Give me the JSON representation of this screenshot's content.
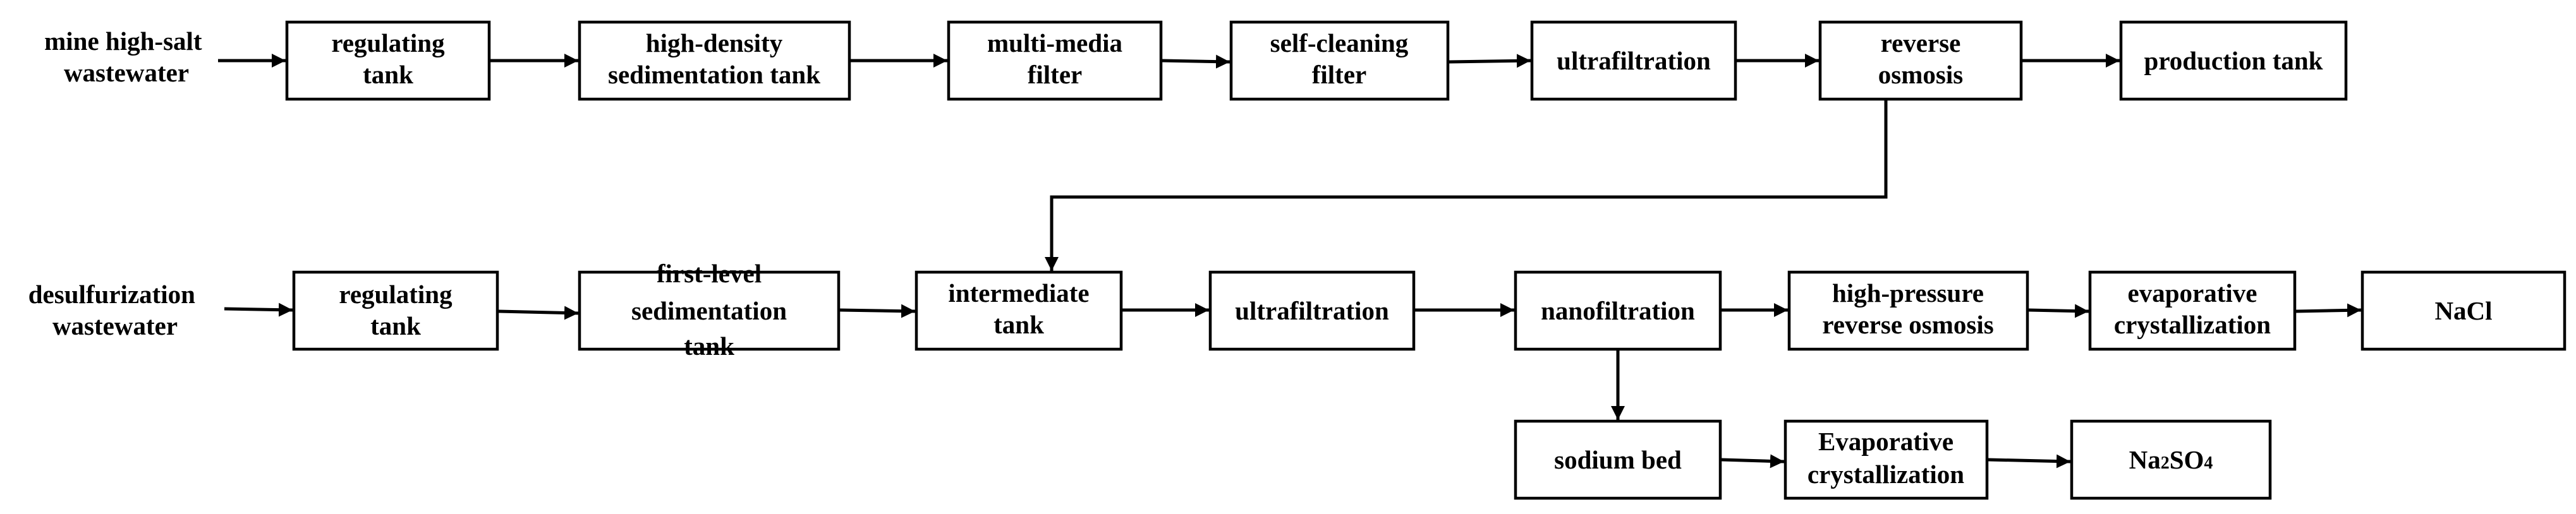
{
  "inputs": {
    "mine": [
      "mine high-salt",
      "wastewater"
    ],
    "desulfurization": [
      "desulfurization",
      "wastewater"
    ]
  },
  "nodes": {
    "regulating_tank_1": [
      "regulating",
      "tank"
    ],
    "high_density_sedimentation": [
      "high-density",
      "sedimentation tank"
    ],
    "multi_media_filter": [
      "multi-media",
      "filter"
    ],
    "self_cleaning_filter": [
      "self-cleaning",
      "filter"
    ],
    "ultrafiltration_1": [
      "ultrafiltration"
    ],
    "reverse_osmosis": [
      "reverse",
      "osmosis"
    ],
    "production_tank": [
      "production tank"
    ],
    "regulating_tank_2": [
      "regulating",
      "tank"
    ],
    "first_level_sedimentation": [
      "first-level",
      "sedimentation",
      "tank"
    ],
    "intermediate_tank": [
      "intermediate",
      "tank"
    ],
    "ultrafiltration_2": [
      "ultrafiltration"
    ],
    "nanofiltration": [
      "nanofiltration"
    ],
    "high_pressure_ro": [
      "high-pressure",
      "reverse osmosis"
    ],
    "evaporative_crystallization_1": [
      "evaporative",
      "crystallization"
    ],
    "nacl": [
      "NaCl"
    ],
    "sodium_bed": [
      "sodium bed"
    ],
    "evaporative_crystallization_2": [
      "Evaporative",
      "crystallization"
    ],
    "na2so4": {
      "parts": [
        "Na",
        "2",
        "SO",
        "4"
      ]
    }
  }
}
